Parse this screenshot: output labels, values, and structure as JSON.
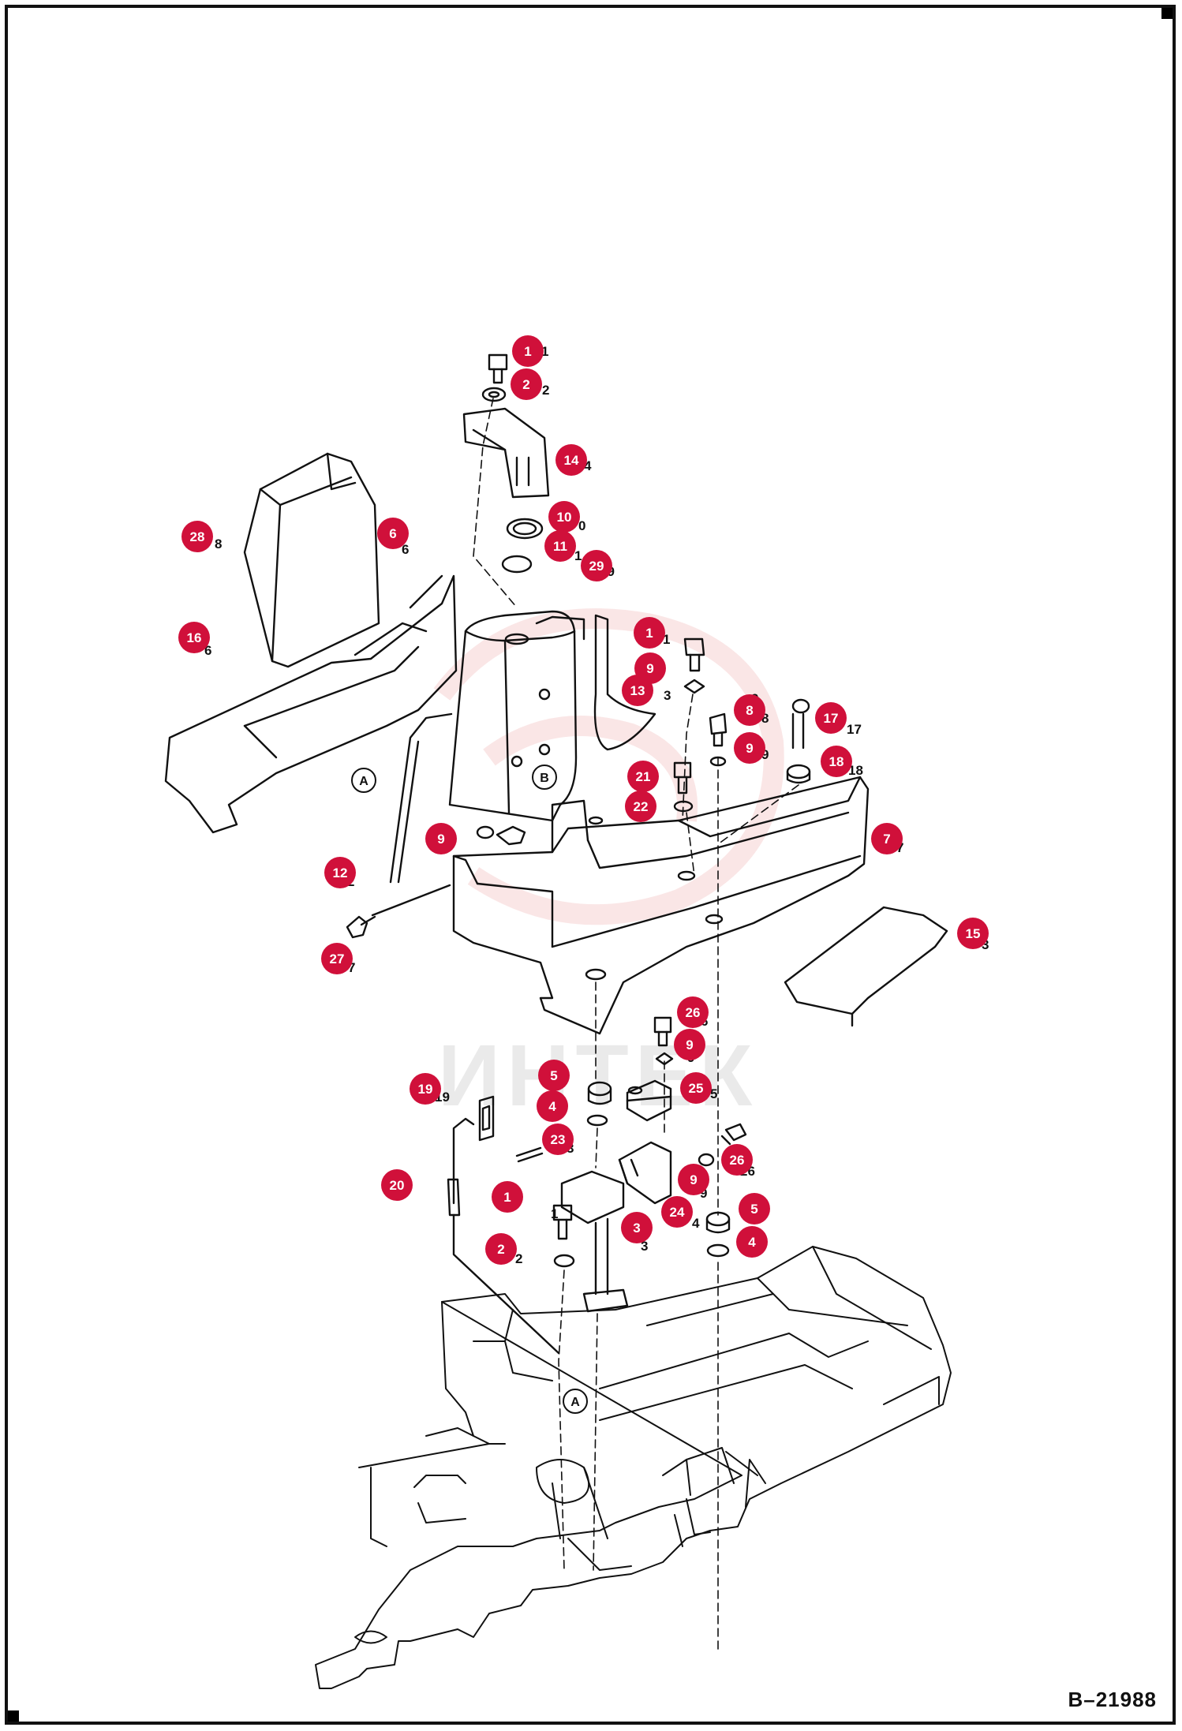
{
  "drawing": {
    "reference": "B–21988",
    "watermark": "ИНТЕК"
  },
  "colors": {
    "callout_fill": "#d0103a",
    "callout_text": "#ffffff",
    "line": "#111111",
    "watermark": "#f2b8b8"
  },
  "view_markers": [
    "A",
    "B",
    "A"
  ],
  "callouts": [
    {
      "n": "1"
    },
    {
      "n": "2"
    },
    {
      "n": "14"
    },
    {
      "n": "10"
    },
    {
      "n": "11"
    },
    {
      "n": "29"
    },
    {
      "n": "28"
    },
    {
      "n": "6"
    },
    {
      "n": "16"
    },
    {
      "n": "1"
    },
    {
      "n": "9"
    },
    {
      "n": "13"
    },
    {
      "n": "8"
    },
    {
      "n": "9"
    },
    {
      "n": "17"
    },
    {
      "n": "18"
    },
    {
      "n": "21"
    },
    {
      "n": "22"
    },
    {
      "n": "7"
    },
    {
      "n": "9"
    },
    {
      "n": "12"
    },
    {
      "n": "27"
    },
    {
      "n": "15"
    },
    {
      "n": "26"
    },
    {
      "n": "9"
    },
    {
      "n": "5"
    },
    {
      "n": "25"
    },
    {
      "n": "4"
    },
    {
      "n": "19"
    },
    {
      "n": "23"
    },
    {
      "n": "26"
    },
    {
      "n": "20"
    },
    {
      "n": "9"
    },
    {
      "n": "1"
    },
    {
      "n": "24"
    },
    {
      "n": "5"
    },
    {
      "n": "3"
    },
    {
      "n": "2"
    },
    {
      "n": "4"
    }
  ],
  "side_labels": [
    "1",
    "2",
    "4",
    "0",
    "1",
    "29",
    "8",
    "6",
    "6",
    "1",
    "9",
    "3",
    "8",
    "9",
    "17",
    "18",
    "7",
    "2",
    "7",
    "3",
    "6",
    "9",
    "5",
    "19",
    "3",
    "26",
    "9",
    "1",
    "4",
    "3",
    "2"
  ]
}
